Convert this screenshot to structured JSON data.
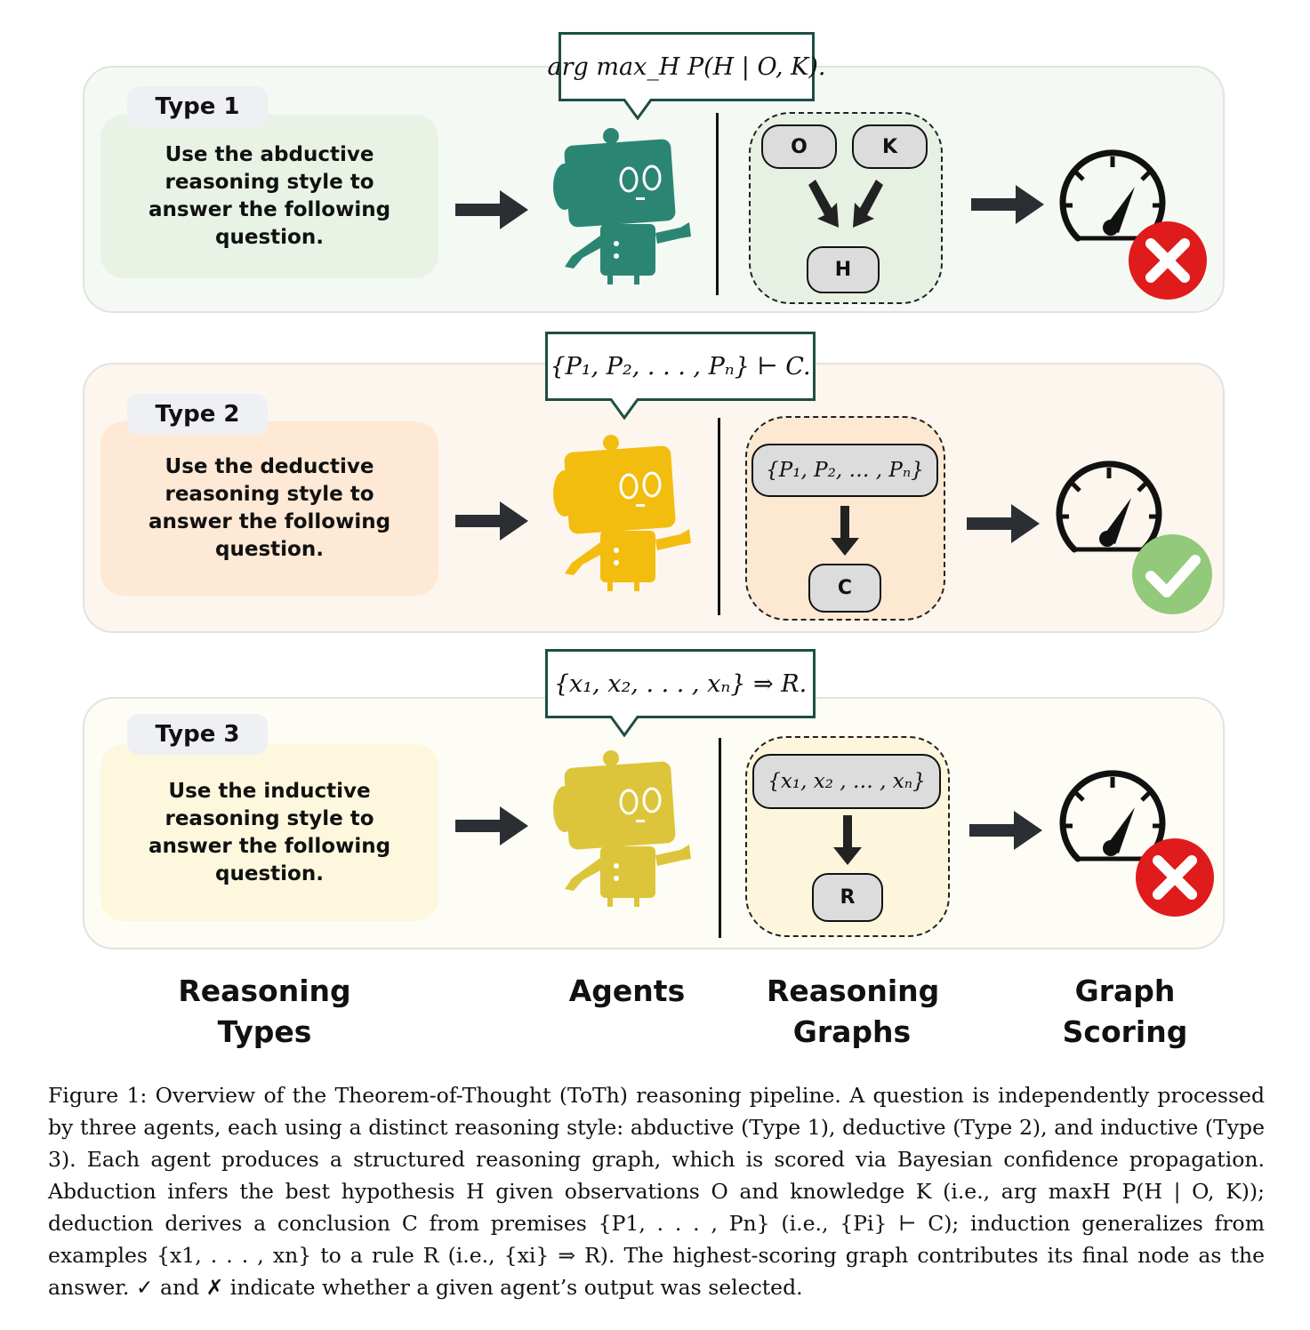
{
  "rows": [
    {
      "type_label": "Type 1",
      "question": "Use the abductive reasoning style to answer the following question.",
      "formula": "arg max_H P(H | O, K).",
      "graph_nodes": [
        "O",
        "K",
        "H"
      ],
      "result": "rejected",
      "panel_color": "#f5f9f3",
      "box_color": "#e8f3e5",
      "robot_color": "#2a8673",
      "graph_color": "#e6f1e4"
    },
    {
      "type_label": "Type 2",
      "question": "Use the deductive reasoning style to answer the following question.",
      "formula": "{P₁, P₂, . . . , Pₙ} ⊢ C.",
      "graph_nodes": [
        "{P₁, P₂, … , Pₙ}",
        "C"
      ],
      "result": "selected",
      "panel_color": "#fdf6ee",
      "box_color": "#fde9d5",
      "robot_color": "#f3bd10",
      "graph_color": "#fde8d2"
    },
    {
      "type_label": "Type 3",
      "question": "Use the inductive reasoning style to answer the following question.",
      "formula": "{x₁, x₂, . . . , xₙ} ⇒ R.",
      "graph_nodes": [
        "{x₁, x₂ , … , xₙ}",
        "R"
      ],
      "result": "rejected",
      "panel_color": "#fdfcf5",
      "box_color": "#fdf8dd",
      "robot_color": "#dcc53a",
      "graph_color": "#fdf6dc"
    }
  ],
  "columns": [
    "Reasoning Types",
    "Agents",
    "Reasoning Graphs",
    "Graph Scoring"
  ],
  "caption": "Figure 1: Overview of the Theorem-of-Thought (ToTh) reasoning pipeline. A question is independently processed by three agents, each using a distinct reasoning style: abductive (Type 1), deductive (Type 2), and inductive (Type 3). Each agent produces a structured reasoning graph, which is scored via Bayesian confidence propagation. Abduction infers the best hypothesis H given observations O and knowledge K (i.e., arg maxH P(H | O, K)); deduction derives a conclusion C from premises {P1, . . . , Pn} (i.e., {Pi} ⊢ C); induction generalizes from examples {x1, . . . , xn} to a rule R (i.e., {xi} ⇒ R). The highest-scoring graph contributes its final node as the answer. ✓ and ✗ indicate whether a given agent’s output was selected.",
  "colors": {
    "arrow": "#2b2f33",
    "reject_badge": "#e01b1b",
    "select_badge": "#93c97a",
    "bubble_border": "#1d4e45"
  }
}
